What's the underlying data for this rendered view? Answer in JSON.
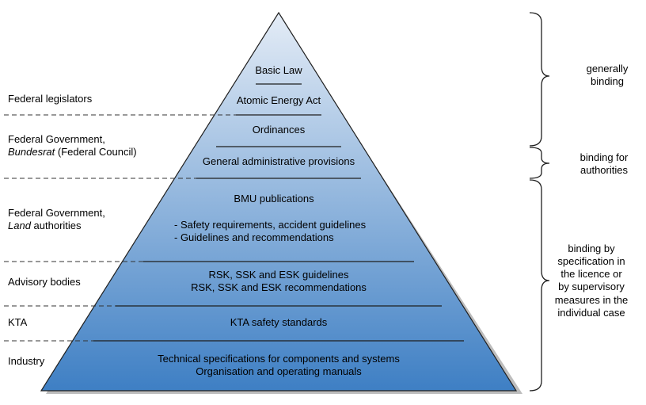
{
  "pyramid_levels": [
    {
      "lines": [
        "Basic Law"
      ]
    },
    {
      "lines": [
        "Atomic Energy Act"
      ]
    },
    {
      "lines": [
        "Ordinances"
      ]
    },
    {
      "lines": [
        "General administrative provisions"
      ]
    },
    {
      "lines": [
        "BMU publications",
        "",
        "- Safety requirements, accident guidelines",
        "- Guidelines and recommendations"
      ]
    },
    {
      "lines": [
        "RSK, SSK and ESK guidelines",
        "RSK, SSK and ESK recommendations"
      ]
    },
    {
      "lines": [
        "KTA safety standards"
      ]
    },
    {
      "lines": [
        "Technical specifications for components and systems",
        "Organisation and operating manuals"
      ]
    }
  ],
  "issuers": {
    "federal_legislators": "Federal legislators",
    "fed_gov_line1": "Federal Government,",
    "bundesrat_italic": "Bundesrat",
    "bundesrat_rest": " (Federal Council)",
    "fed_gov_land_line1": "Federal Government,",
    "land_italic": "Land",
    "land_rest": " authorities",
    "advisory": "Advisory bodies",
    "kta": "KTA",
    "industry": "Industry"
  },
  "bindingness": [
    {
      "lines": [
        "generally",
        "binding"
      ]
    },
    {
      "lines": [
        "binding for",
        "authorities"
      ]
    },
    {
      "lines": [
        "binding by",
        "specification in",
        "the licence or",
        "by supervisory",
        "measures in the",
        "individual case"
      ]
    }
  ],
  "colors": {
    "pyramid_top": "#e4ecf6",
    "pyramid_bottom": "#3e7fc4",
    "shadow": "#bdbdbd",
    "outline": "#1f1f1f"
  }
}
